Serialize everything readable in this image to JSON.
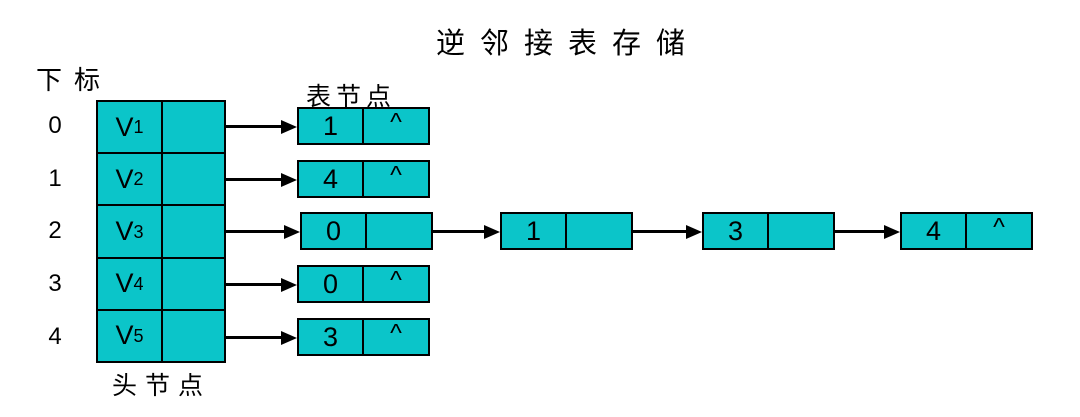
{
  "title": "逆邻接表存储",
  "labels": {
    "index_header": "下标",
    "list_node_header": "表节点",
    "head_node_caption": "头节点"
  },
  "index_column": [
    "0",
    "1",
    "2",
    "3",
    "4"
  ],
  "head_table": {
    "rows": [
      {
        "vertex_base": "V",
        "vertex_sub": "1"
      },
      {
        "vertex_base": "V",
        "vertex_sub": "2"
      },
      {
        "vertex_base": "V",
        "vertex_sub": "3"
      },
      {
        "vertex_base": "V",
        "vertex_sub": "4"
      },
      {
        "vertex_base": "V",
        "vertex_sub": "5"
      }
    ]
  },
  "adjacency_lists": [
    {
      "nodes": [
        {
          "data": "1",
          "next": "^"
        }
      ]
    },
    {
      "nodes": [
        {
          "data": "4",
          "next": "^"
        }
      ]
    },
    {
      "nodes": [
        {
          "data": "0",
          "next": ""
        },
        {
          "data": "1",
          "next": ""
        },
        {
          "data": "3",
          "next": ""
        },
        {
          "data": "4",
          "next": "^"
        }
      ]
    },
    {
      "nodes": [
        {
          "data": "0",
          "next": "^"
        }
      ]
    },
    {
      "nodes": [
        {
          "data": "3",
          "next": "^"
        }
      ]
    }
  ],
  "colors": {
    "node_fill": "#0bc5c9",
    "border": "#000000",
    "text": "#000000",
    "background": "#ffffff"
  }
}
